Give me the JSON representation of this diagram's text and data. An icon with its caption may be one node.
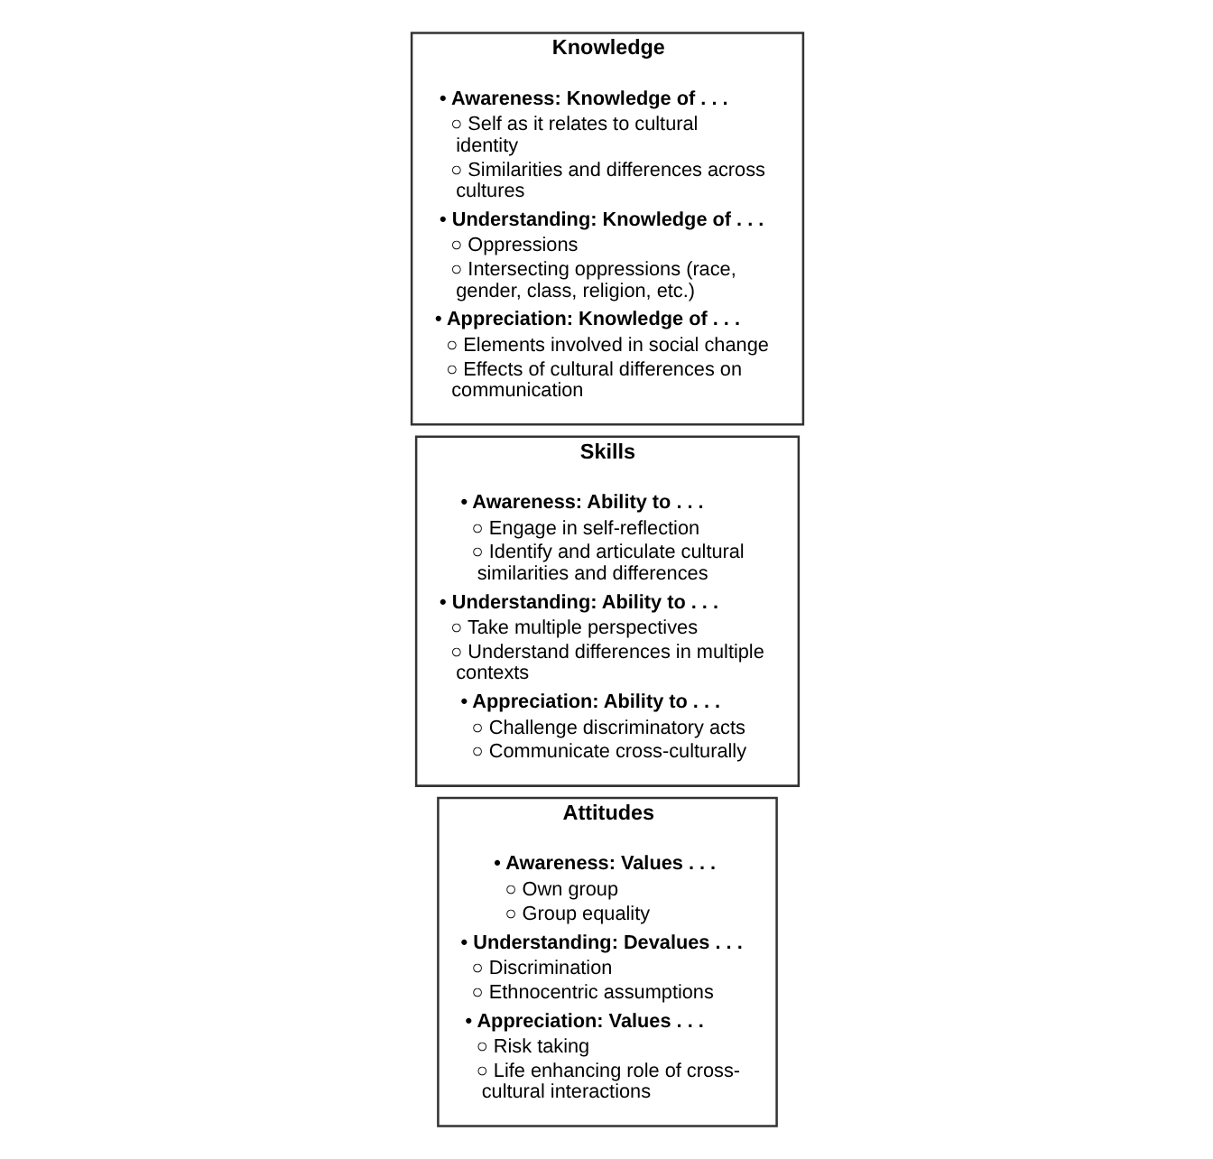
{
  "diagram": {
    "nodes": [
      {
        "text": [
          "Attitudes"
        ]
      },
      {
        "text": [
          "• Awareness: Values . . .",
          "○ Own group",
          "○ Group equality"
        ],
        "in": 0
      },
      {
        "text": [
          "• Understanding: Devalues . . .",
          "○ Discrimination",
          "○ Ethnocentric assumptions"
        ],
        "in": 0
      },
      {
        "text": [
          "• Appreciation: Values . . .",
          "○ Risk taking",
          "○ Life enhancing role of cross-cultural interactions"
        ],
        "in": 0
      },
      {
        "text": [
          "Skills"
        ]
      },
      {
        "text": [
          "• Awareness: Ability to . . .",
          "○ Engage in self-reflection",
          "○ Identify and articulate cultural similarities and differences"
        ],
        "in": 4
      },
      {
        "text": [
          "• Understanding: Ability to . . .",
          "○ Take multiple perspectives",
          "○ Understand differences in multiple contexts"
        ],
        "in": 4
      },
      {
        "text": [
          "• Appreciation: Ability to . . .",
          "○ Challenge discriminatory acts",
          "○ Communicate cross-culturally"
        ],
        "in": 4
      },
      {
        "text": [
          "Knowledge"
        ]
      },
      {
        "text": [
          "• Awareness: Knowledge of . . .",
          "○ Self as it relates to cultural identity",
          "○ Similarities and differences across cultures"
        ],
        "in": 8
      },
      {
        "text": [
          "• Understanding: Knowledge of . . .",
          "○ Oppressions",
          "○ Intersecting oppressions (race, gender, class, religion, etc.)"
        ],
        "in": 8
      },
      {
        "text": [
          "• Appreciation: Knowledge of . . .",
          "○ Elements involved in social change",
          "○ Effects of cultural differences on communication"
        ],
        "in": 8
      }
    ],
    "edges": []
  }
}
